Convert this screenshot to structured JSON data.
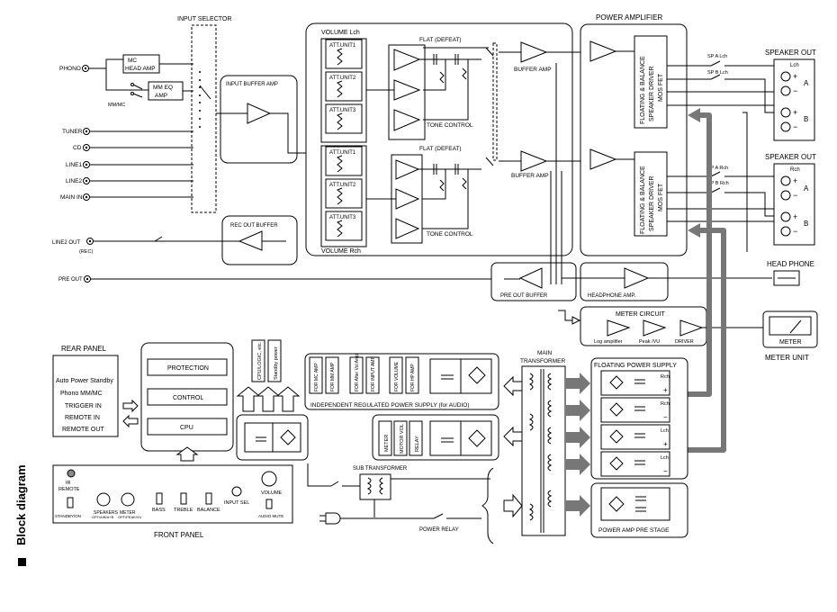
{
  "side_title": "Block diagram",
  "inputs": {
    "phono": "PHONO",
    "tuner": "TUNER",
    "cd": "CD",
    "line1": "LINE1",
    "line2": "LINE2",
    "main_in": "MAIN IN",
    "mm_mc": "MM/MC"
  },
  "outputs": {
    "line2_out": "LINE2 OUT",
    "rec": "(REC)",
    "pre_out": "PRE OUT"
  },
  "blocks": {
    "input_selector": "INPUT SELECTOR",
    "mc_head_amp": [
      "MC",
      "HEAD AMP"
    ],
    "mm_eq_amp": [
      "MM EQ",
      "AMP"
    ],
    "input_buffer_amp": "INPUT BUFFER AMP",
    "rec_out_buffer": "REC OUT BUFFER",
    "volume_lch": "VOLUME Lch",
    "volume_rch": "VOLUME Rch",
    "att_units": [
      "ATT.UNIT1",
      "ATT.UNIT2",
      "ATT.UNIT3"
    ],
    "flat_defeat": "FLAT (DEFEAT)",
    "tone_control": "TONE CONTROL",
    "buffer_amp": "BUFFER AMP",
    "power_amplifier": "POWER AMPLIFIER",
    "speaker_driver": [
      "FLOATING & BALANCE",
      "SPEAKER DRIVER",
      "MOS FET"
    ],
    "speaker_out": "SPEAKER OUT",
    "sp_a_lch": "SP A Lch",
    "sp_b_lch": "SP B Lch",
    "sp_a_rch": "SP A Rch",
    "sp_b_rch": "SP B Rch",
    "lch": "Lch",
    "rch": "Rch",
    "a": "A",
    "b": "B",
    "plus": "+",
    "minus": "−",
    "head_phone": "HEAD PHONE",
    "pre_out_buffer": "PRE OUT BUFFER",
    "headphone_amp": "HEADPHONE AMP.",
    "meter_circuit": "METER CIRCUIT",
    "log_amplifier": "Log amplifier",
    "peak_vu": "Peak /VU",
    "driver": "DRIVER",
    "meter": "METER",
    "meter_unit": "METER UNIT",
    "rear_panel": "REAR PANEL",
    "rear_panel_items": [
      "Auto Power Standby",
      "Phono MM/MC",
      "TRIGGER IN",
      "REMOTE IN",
      "REMOTE OUT"
    ],
    "protection": "PROTECTION",
    "control": "CONTROL",
    "cpu": "CPU",
    "cpu_logic": "CPU/LOGIC, etc.",
    "standby_power": "Standby power",
    "irps_cells": [
      "FOR MC AMP",
      "FOR MM AMP",
      "FOR After Vol Amp",
      "FOR INPUT AMP",
      "FOR VOLUME",
      "FOR HP AMP"
    ],
    "irps": "INDEPENDENT REGULATED POWER SUPPLY (for AUDIO)",
    "meter_cell": "METER",
    "motor_vol": "MOTOR VOL",
    "relay": "RELAY",
    "main_transformer": [
      "MAIN",
      "TRANSFORMER"
    ],
    "floating_power_supply": "FLOATING POWER SUPPLY",
    "fps_labels": [
      "Rch",
      "+",
      "Rch",
      "−",
      "Lch",
      "+",
      "Lch",
      "−"
    ],
    "power_amp_pre_stage": "POWER AMP PRE STAGE",
    "sub_transformer": "SUB TRANSFORMER",
    "power_relay": "POWER RELAY",
    "front_panel": "FRONT PANEL"
  },
  "front_panel": {
    "ir_remote": [
      "IR",
      "REMOTE"
    ],
    "standby_on": "STANDBY/ON",
    "speakers": [
      "SPEAKERS",
      "OFF/A/B/A+B"
    ],
    "meter": [
      "METER",
      "OFF/PEAK/VU"
    ],
    "bass": "BASS",
    "treble": "TREBLE",
    "balance": "BALANCE",
    "input_sel": "INPUT SEL",
    "volume": "VOLUME",
    "audio_mute": "AUDIO MUTE"
  }
}
